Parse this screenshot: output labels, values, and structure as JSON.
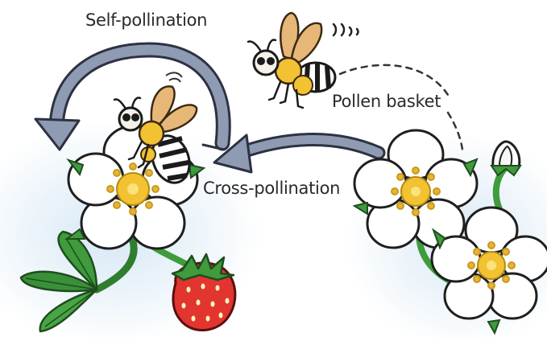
{
  "labels": {
    "self_pollination": "Self-pollination",
    "pollen_basket": "Pollen basket",
    "cross_pollination": "Cross-pollination"
  },
  "colors": {
    "arrow_fill": "#8f9bb3",
    "arrow_stroke": "#2d3142",
    "petal": "#ffffff",
    "flower_center": "#f2c233",
    "leaf": "#3f9b3c",
    "strawberry": "#e2352f",
    "bee_stripe": "#1b1b1b",
    "bee_wing": "#e7b778",
    "background_wash": "#cfe3f3"
  }
}
